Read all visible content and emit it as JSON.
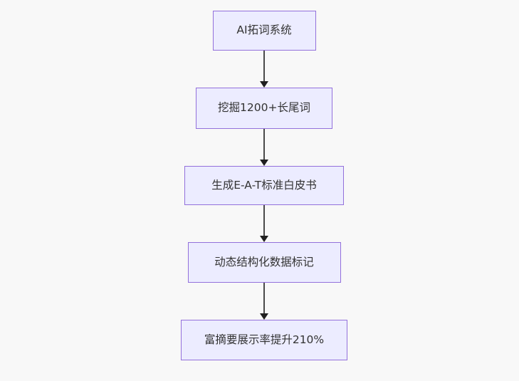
{
  "page": {
    "background_color": "#f8f8f8"
  },
  "flowchart": {
    "type": "flowchart",
    "direction": "top-down",
    "style": {
      "node_fill": "#ECECFF",
      "node_border": "#9370DB",
      "text_color": "#333333",
      "arrow_color": "#333333"
    },
    "nodes": [
      {
        "id": "A",
        "label": "AI拓词系统"
      },
      {
        "id": "B",
        "label": "挖掘1200+长尾词"
      },
      {
        "id": "C",
        "label": "生成E-A-T标准白皮书"
      },
      {
        "id": "D",
        "label": "动态结构化数据标记"
      },
      {
        "id": "E",
        "label": "富摘要展示率提升210%"
      }
    ],
    "edges": [
      {
        "from": "AI拓词系统",
        "to": "挖掘1200+长尾词"
      },
      {
        "from": "挖掘1200+长尾词",
        "to": "生成E-A-T标准白皮书"
      },
      {
        "from": "生成E-A-T标准白皮书",
        "to": "动态结构化数据标记"
      },
      {
        "from": "动态结构化数据标记",
        "to": "富摘要展示率提升210%"
      }
    ]
  }
}
